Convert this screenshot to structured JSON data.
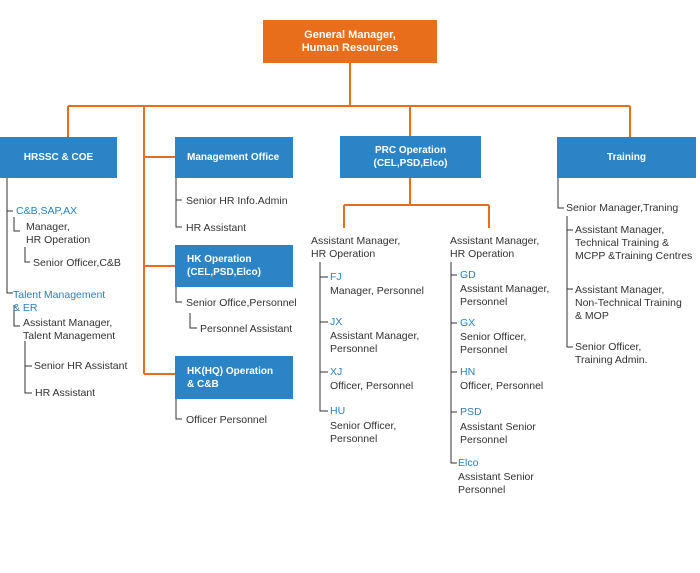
{
  "colors": {
    "top_box": "#e86e1c",
    "dept_box": "#2b84c6",
    "line": "#e86e1c",
    "sub_line": "#333333",
    "link_text": "#2b7fc0"
  },
  "top": {
    "title": "General Manager,\nHuman Resources"
  },
  "boxes": {
    "hrssc": "HRSSC & COE",
    "mgmt_office": "Management Office",
    "prc": "PRC Operation\n(CEL,PSD,Elco)",
    "training": "Training",
    "hk_op": "HK Operation\n(CEL,PSD,Elco)",
    "hkhq": "HK(HQ) Operation\n& C&B"
  },
  "hrssc": {
    "cb_sap": "C&B,SAP,AX",
    "manager_hr_op": "Manager,\nHR Operation",
    "senior_officer_cb": "Senior Officer,C&B",
    "talent_er": "Talent Management\n& ER",
    "asst_mgr_talent": "Assistant Manager,\nTalent Management",
    "senior_hr_asst": "Senior HR Assistant",
    "hr_asst": "HR Assistant"
  },
  "mgmt": {
    "senior_hr_info": "Senior HR Info.Admin",
    "hr_asst": "HR Assistant",
    "senior_office_personnel": "Senior Office,Personnel",
    "personnel_asst": "Personnel Assistant",
    "officer_personnel": "Officer Personnel"
  },
  "prc": {
    "left_head": "Assistant Manager,\nHR Operation",
    "right_head": "Assistant Manager,\nHR Operation",
    "left": [
      {
        "code": "FJ",
        "role": "Manager, Personnel"
      },
      {
        "code": "JX",
        "role": "Assistant Manager,\nPersonnel"
      },
      {
        "code": "XJ",
        "role": "Officer, Personnel"
      },
      {
        "code": "HU",
        "role": "Senior Officer,\nPersonnel"
      }
    ],
    "right": [
      {
        "code": "GD",
        "role": "Assistant Manager,\nPersonnel"
      },
      {
        "code": "GX",
        "role": "Senior Officer,\nPersonnel"
      },
      {
        "code": "HN",
        "role": "Officer, Personnel"
      },
      {
        "code": "PSD",
        "role": "Assistant Senior\nPersonnel"
      },
      {
        "code": "Elco",
        "role": "Assistant Senior\nPersonnel"
      }
    ]
  },
  "training": {
    "head": "Senior Manager,Traning",
    "items": [
      "Assistant Manager,\nTechnical Training &\nMCPP &Training Centres",
      "Assistant Manager,\nNon-Technical Training\n& MOP",
      "Senior Officer,\nTraining Admin."
    ]
  }
}
